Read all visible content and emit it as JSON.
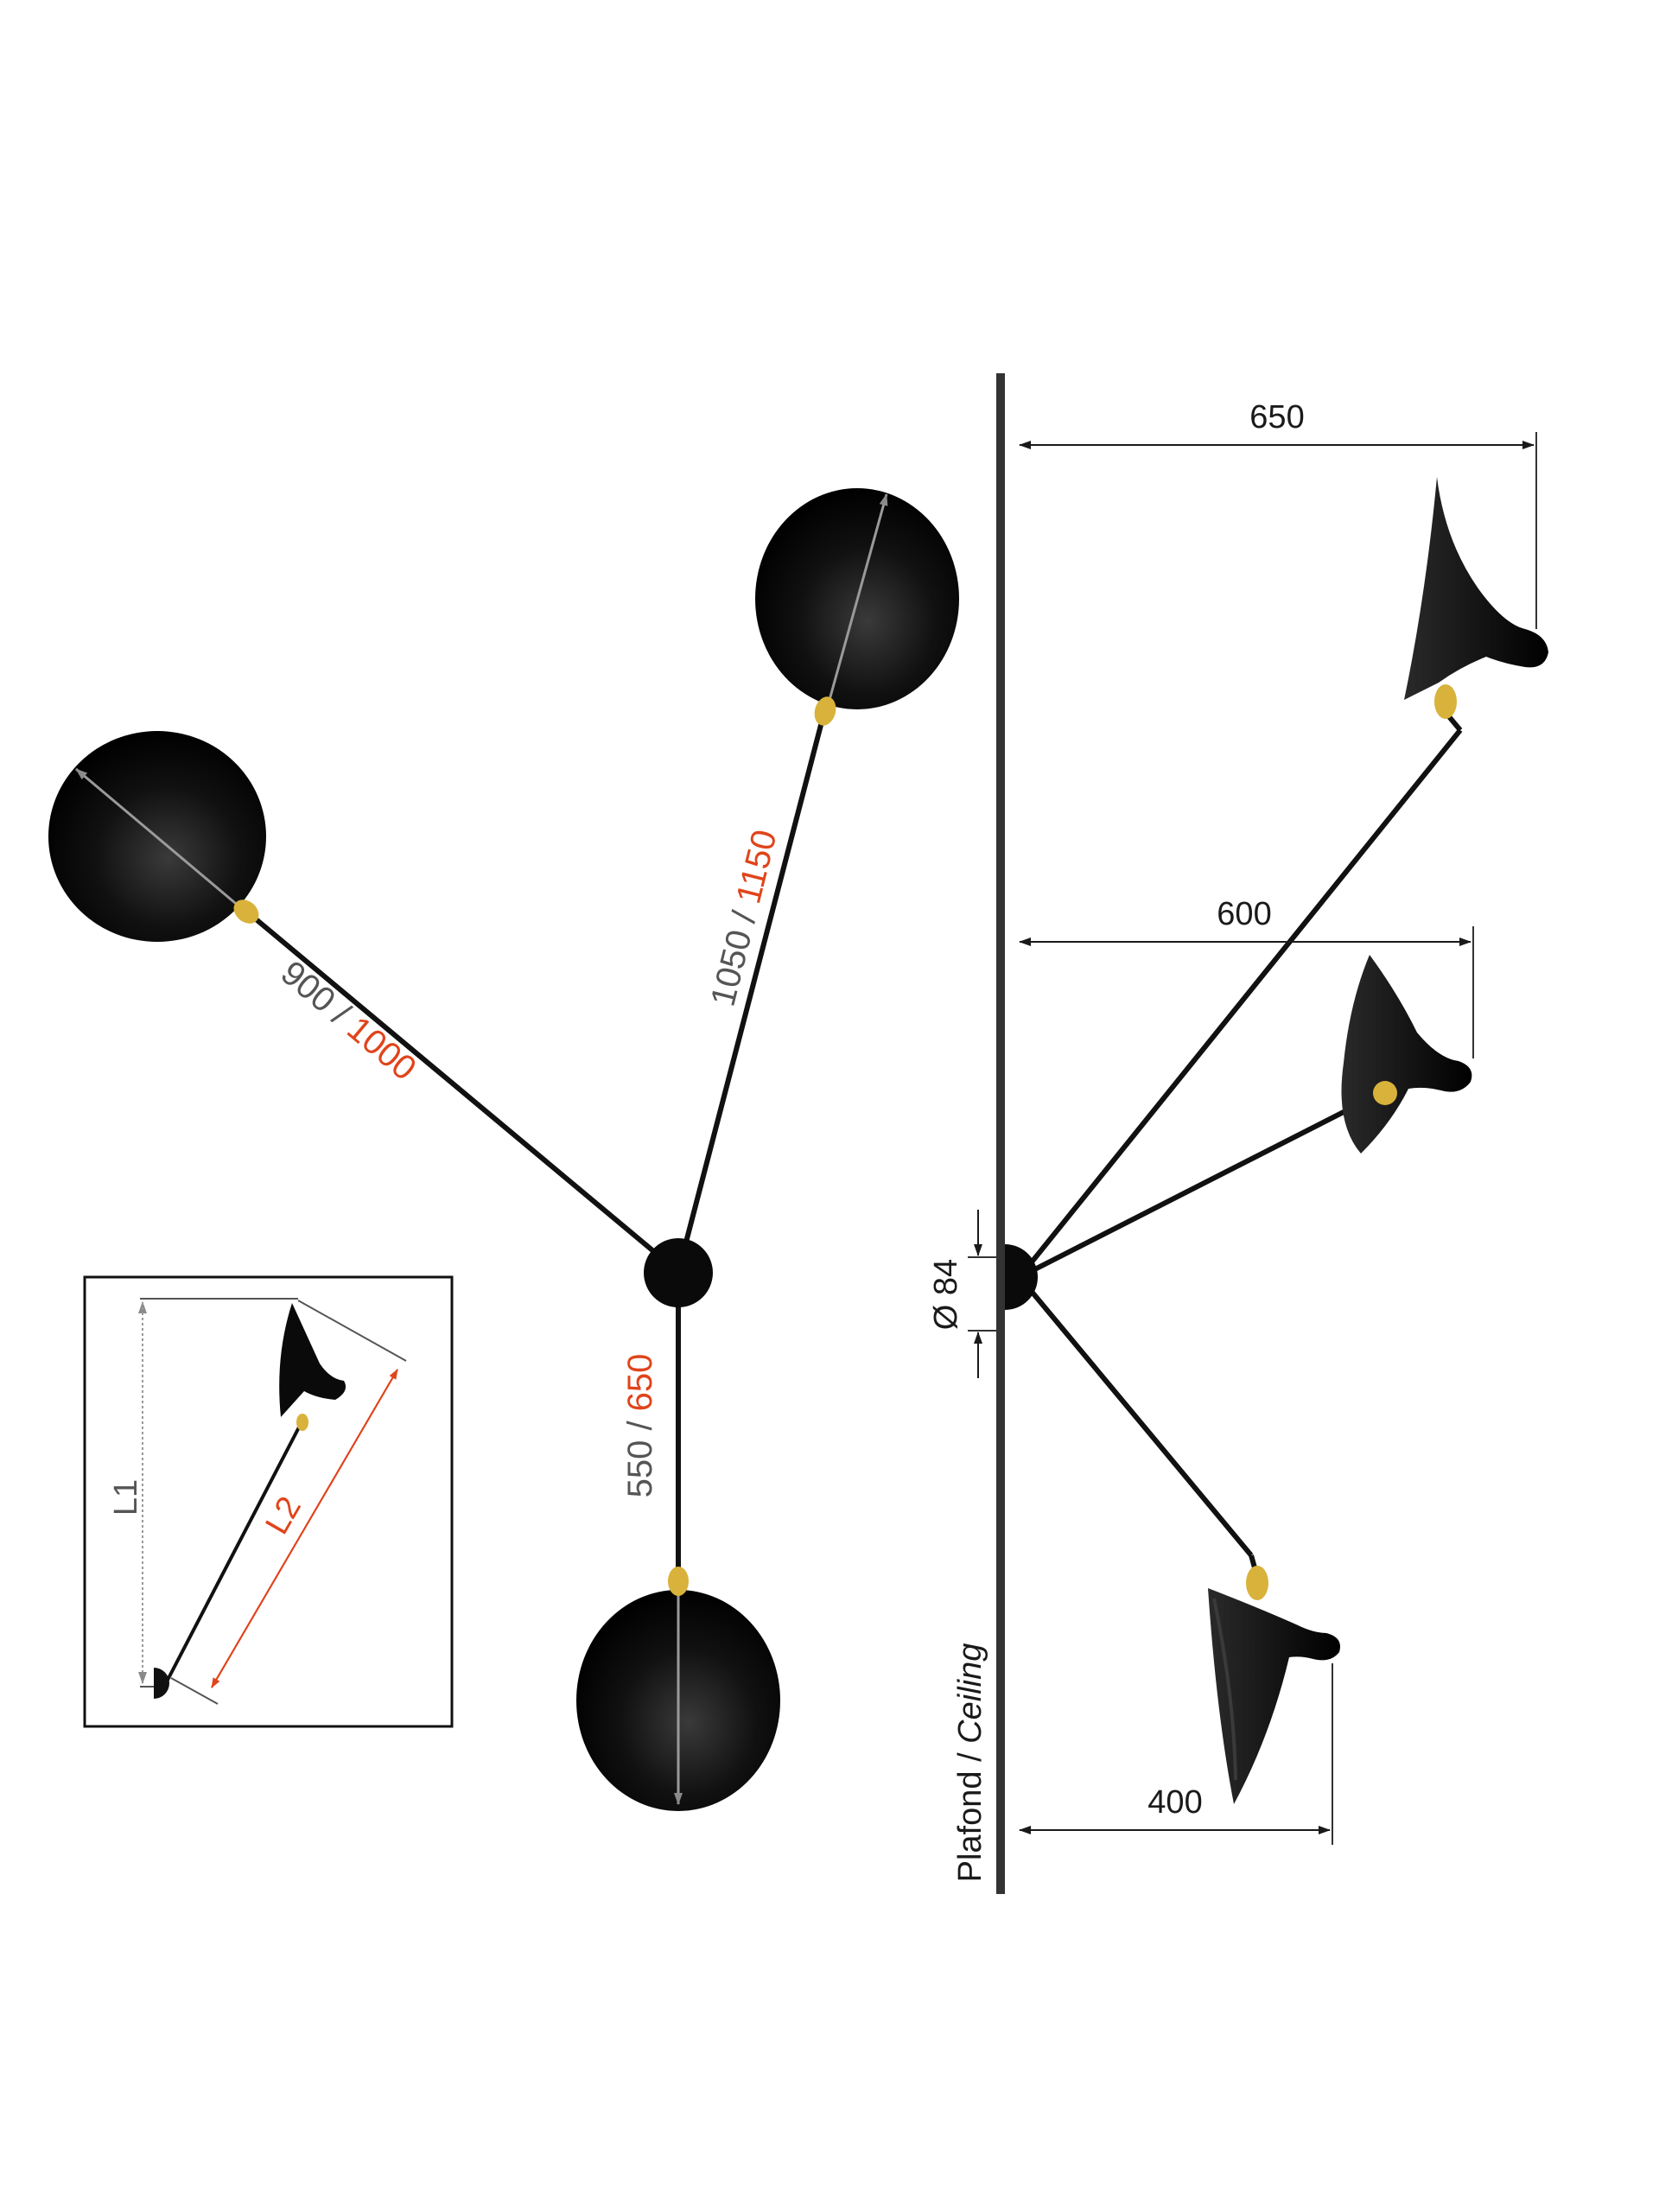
{
  "colors": {
    "primary": "#555555",
    "alternate": "#e0441b",
    "lamp": "#0a0a0a",
    "brass": "#d8b23a",
    "line": "#1a1a1a"
  },
  "front_view": {
    "arms": [
      {
        "primary": "900",
        "separator": " / ",
        "alternate": "1000"
      },
      {
        "primary": "1050",
        "separator": " / ",
        "alternate": "1150"
      },
      {
        "primary": "550",
        "separator": " / ",
        "alternate": "650"
      }
    ]
  },
  "side_view": {
    "ceiling_label_fr": "Plafond /",
    "ceiling_label_en": "Ceiling",
    "dimensions": {
      "top": "650",
      "middle": "600",
      "bottom": "400",
      "diameter": "Ø 84"
    }
  },
  "inset": {
    "l1": "L1",
    "l2": "L2"
  }
}
